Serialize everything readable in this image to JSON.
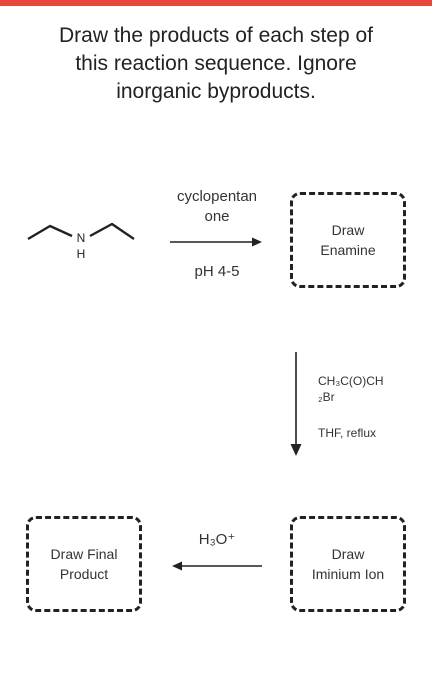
{
  "header": {
    "title_lines": [
      "Draw the products of each step of",
      "this reaction sequence. Ignore",
      "inorganic byproducts."
    ]
  },
  "starting_material": {
    "atom_N": "N",
    "atom_H": "H"
  },
  "step1": {
    "reagent_lines": [
      "cyclopentan",
      "one"
    ],
    "condition": "pH 4-5"
  },
  "step2": {
    "reagent_lines": [
      "CH₃C(O)CH",
      "₂Br"
    ],
    "condition": "THF, reflux"
  },
  "step3": {
    "reagent": "H₃O⁺"
  },
  "boxes": {
    "enamine": [
      "Draw",
      "Enamine"
    ],
    "iminium": [
      "Draw",
      "Iminium Ion"
    ],
    "final": [
      "Draw Final",
      "Product"
    ]
  },
  "colors": {
    "accent_bar": "#e8473b",
    "ink": "#222222"
  }
}
